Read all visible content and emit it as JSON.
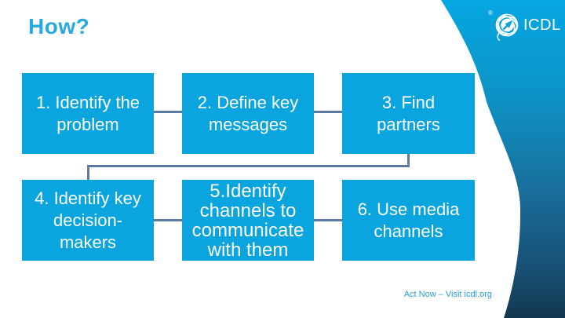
{
  "slide": {
    "title": "How?",
    "footer": "Act Now – Visit icdl.org"
  },
  "logo": {
    "registered": "®",
    "wordmark": "ICDL",
    "icon": "icdl-globe-icon"
  },
  "diagram": {
    "type": "process-flow",
    "flow_order": "1 → 2 → 3 → 4 → 5 → 6",
    "steps": [
      {
        "id": 1,
        "label": "1. Identify the\nproblem"
      },
      {
        "id": 2,
        "label": "2. Define key\nmessages"
      },
      {
        "id": 3,
        "label": "3. Find\npartners"
      },
      {
        "id": 4,
        "label": "4. Identify key\ndecision-\nmakers"
      },
      {
        "id": 5,
        "label": "5.Identify\nchannels to\ncommunicate\nwith them"
      },
      {
        "id": 6,
        "label": "6. Use media\nchannels"
      }
    ],
    "connectors": [
      "1-2",
      "2-3",
      "3-elbow-4",
      "4-5",
      "5-6"
    ]
  },
  "colors": {
    "box_cyan": "#0aa5df",
    "title_cyan": "#29a9e1",
    "connector_slate": "#5b7ba3",
    "footer_cyan": "#2b9fd4",
    "swoosh_top": "#05a7e2",
    "swoosh_bottom": "#123850",
    "background": "#ffffff",
    "box_text": "#ffffff"
  }
}
